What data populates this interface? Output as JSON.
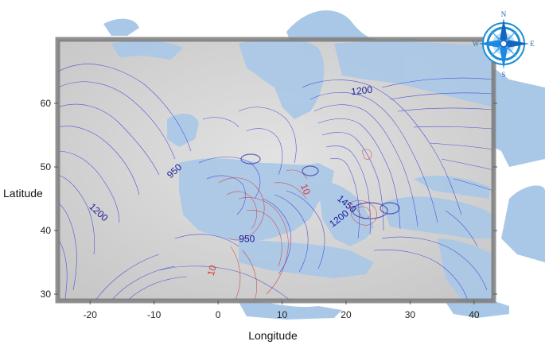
{
  "map": {
    "axes": {
      "xlabel": "Longitude",
      "ylabel": "Latitude",
      "xlim": [
        -25,
        43
      ],
      "ylim": [
        29,
        70
      ],
      "xticks": [
        -20,
        -10,
        0,
        10,
        20,
        30,
        40
      ],
      "yticks": [
        30,
        40,
        50,
        60
      ]
    },
    "contour_labels": [
      {
        "text": "1200",
        "lon": 22.5,
        "lat": 61.5,
        "color": "blue",
        "rotate": -6
      },
      {
        "text": "950",
        "lon": -6.5,
        "lat": 49.0,
        "color": "blue",
        "rotate": -42
      },
      {
        "text": "1200",
        "lon": -19,
        "lat": 42.5,
        "color": "blue",
        "rotate": 42
      },
      {
        "text": "10",
        "lon": 13.2,
        "lat": 46.3,
        "color": "red",
        "rotate": 68
      },
      {
        "text": "1450",
        "lon": 19.8,
        "lat": 43.8,
        "color": "blue",
        "rotate": 40
      },
      {
        "text": "1200",
        "lon": 19.2,
        "lat": 41.5,
        "color": "blue",
        "rotate": -38
      },
      {
        "text": "950",
        "lon": 4.5,
        "lat": 38.2,
        "color": "blue",
        "rotate": 0
      },
      {
        "text": "10",
        "lon": -0.5,
        "lat": 33.6,
        "color": "red",
        "rotate": -75
      }
    ],
    "colors": {
      "blue_contour": "#3a3fd6",
      "red_contour": "#d23a3a",
      "sea": "#a9c8e8",
      "land": "#d4d4d4",
      "frame": "#7a7a7a"
    },
    "compass_labels": {
      "n": "N",
      "e": "E",
      "s": "S",
      "w": "W"
    }
  }
}
